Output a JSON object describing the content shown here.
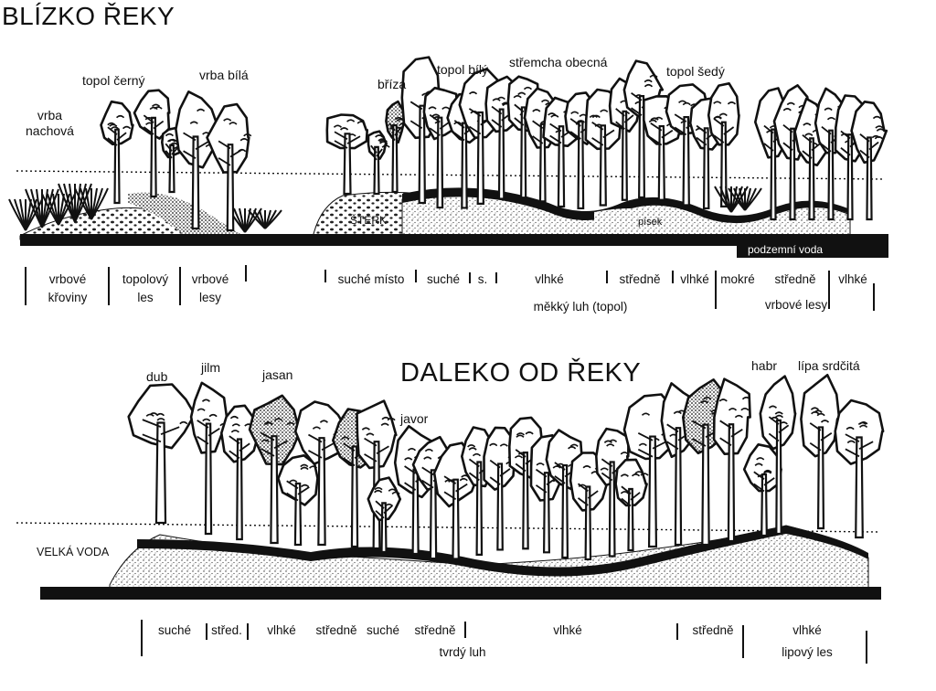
{
  "near": {
    "title": "BLÍZKO ŘEKY",
    "species": [
      {
        "id": "vrba-nachova",
        "text": "vrba\nnachová"
      },
      {
        "id": "topol-cerny",
        "text": "topol černý"
      },
      {
        "id": "vrba-bila",
        "text": "vrba bílá"
      },
      {
        "id": "briza",
        "text": "bříza"
      },
      {
        "id": "topol-bily",
        "text": "topol bílý"
      },
      {
        "id": "stremcha",
        "text": "střemcha obecná"
      },
      {
        "id": "topol-sedy",
        "text": "topol šedý"
      }
    ],
    "terrain_labels": {
      "sterk": "ŠTĚRK",
      "pisek": "písek",
      "podzemni_voda": "podzemní voda"
    },
    "zones_row1": [
      "vrbové\nkřoviny",
      "topolový\nles",
      "vrbové\nlesy",
      "suché místo",
      "suché",
      "s.",
      "vlhké",
      "středně",
      "vlhké",
      "mokré",
      "středně",
      "vlhké"
    ],
    "zones_row2": [
      "měkký luh (topol)",
      "vrbové lesy"
    ]
  },
  "far": {
    "title": "DALEKO OD ŘEKY",
    "species": [
      {
        "id": "dub",
        "text": "dub"
      },
      {
        "id": "jilm",
        "text": "jilm"
      },
      {
        "id": "jasan",
        "text": "jasan"
      },
      {
        "id": "javor",
        "text": "javor"
      },
      {
        "id": "habr",
        "text": "habr"
      },
      {
        "id": "lipa",
        "text": "lípa srdčitá"
      }
    ],
    "water_label": "VELKÁ VODA",
    "zones_row1": [
      "suché",
      "střed.",
      "vlhké",
      "středně",
      "suché",
      "středně",
      "vlhké",
      "středně",
      "vlhké"
    ],
    "zones_row2": [
      "tvrdý luh",
      "lipový les"
    ]
  }
}
